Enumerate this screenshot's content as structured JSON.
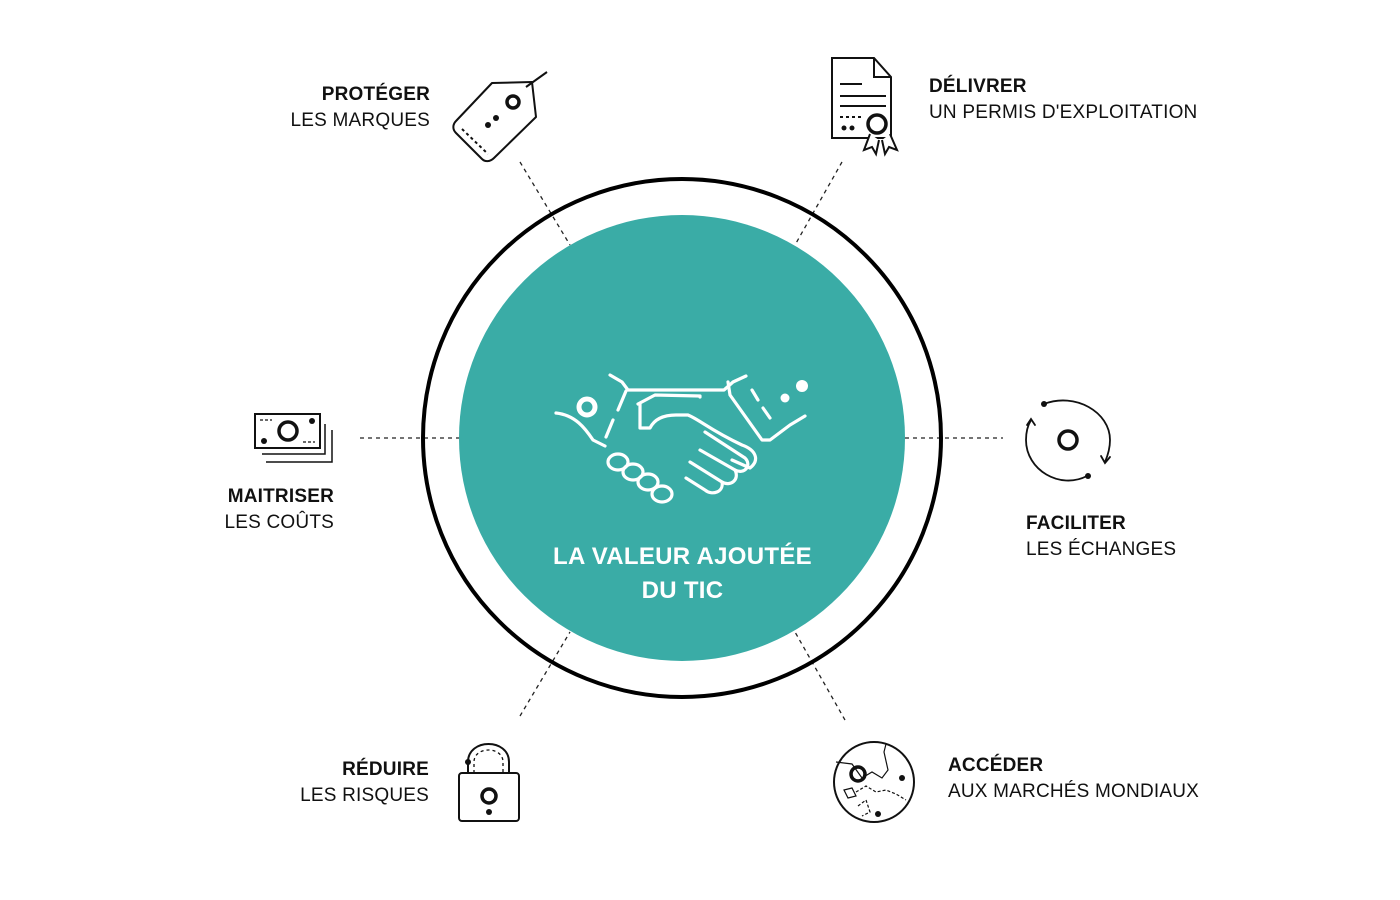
{
  "diagram": {
    "center": {
      "line1": "LA VALEUR AJOUTÉE",
      "line2": "DU TIC",
      "icon": "handshake-icon",
      "fill_color": "#3aaca6",
      "ring_color": "#000000"
    },
    "items": [
      {
        "title": "PROTÉGER",
        "subtitle": "LES MARQUES",
        "icon": "price-tag-icon"
      },
      {
        "title": "DÉLIVRER",
        "subtitle": "UN PERMIS D'EXPLOITATION",
        "icon": "certificate-icon"
      },
      {
        "title": "FACILITER",
        "subtitle": "LES ÉCHANGES",
        "icon": "exchange-cycle-icon"
      },
      {
        "title": "ACCÉDER",
        "subtitle": "AUX MARCHÉS MONDIAUX",
        "icon": "globe-map-icon"
      },
      {
        "title": "RÉDUIRE",
        "subtitle": "LES RISQUES",
        "icon": "padlock-icon"
      },
      {
        "title": "MAITRISER",
        "subtitle": "LES COÛTS",
        "icon": "banknotes-icon"
      }
    ]
  }
}
